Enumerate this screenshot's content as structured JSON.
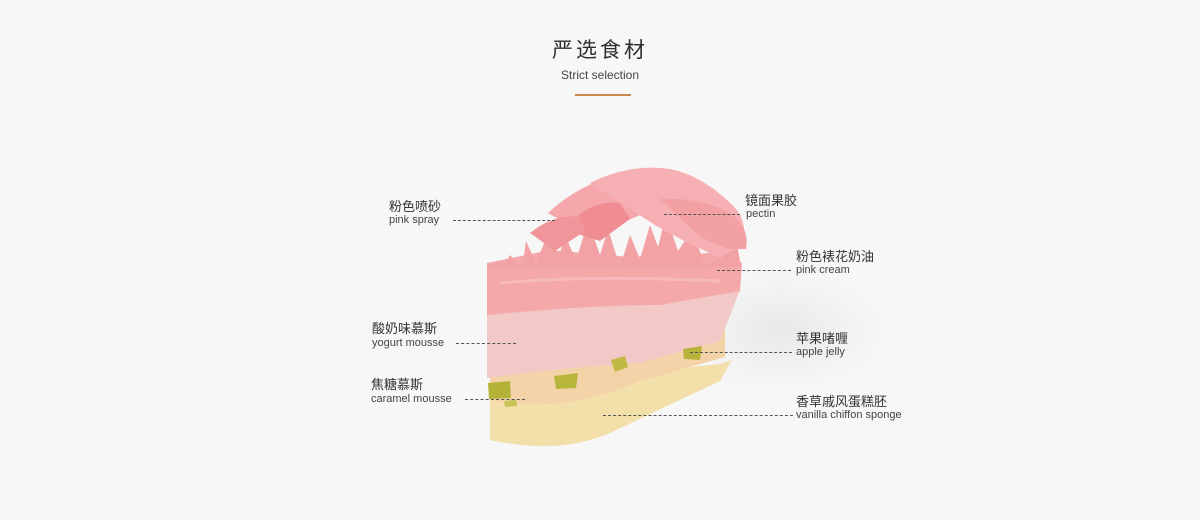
{
  "header": {
    "title": "严选食材",
    "subtitle": "Strict selection"
  },
  "ingredients": {
    "pink_spray": {
      "cn": "粉色喷砂",
      "en": "pink spray"
    },
    "pectin": {
      "cn": "镜面果胶",
      "en": "pectin"
    },
    "pink_cream": {
      "cn": "粉色裱花奶油",
      "en": "pink cream"
    },
    "yogurt_mousse": {
      "cn": "酸奶味慕斯",
      "en": "yogurt mousse"
    },
    "apple_jelly": {
      "cn": "苹果啫喱",
      "en": "apple jelly"
    },
    "caramel_mousse": {
      "cn": "焦糖慕斯",
      "en": "caramel mousse"
    },
    "vanilla_chiffon": {
      "cn": "香草戚风蛋糕胚",
      "en": "vanilla chiffon sponge"
    }
  },
  "colors": {
    "accent_rule": "#c98a4f",
    "pink": "#f3a7a8",
    "light_pink": "#f6c7c8",
    "yogurt": "#f0d2c6",
    "caramel": "#f4d4a8",
    "sponge": "#f2deaf",
    "apple": "#b8b83a"
  }
}
